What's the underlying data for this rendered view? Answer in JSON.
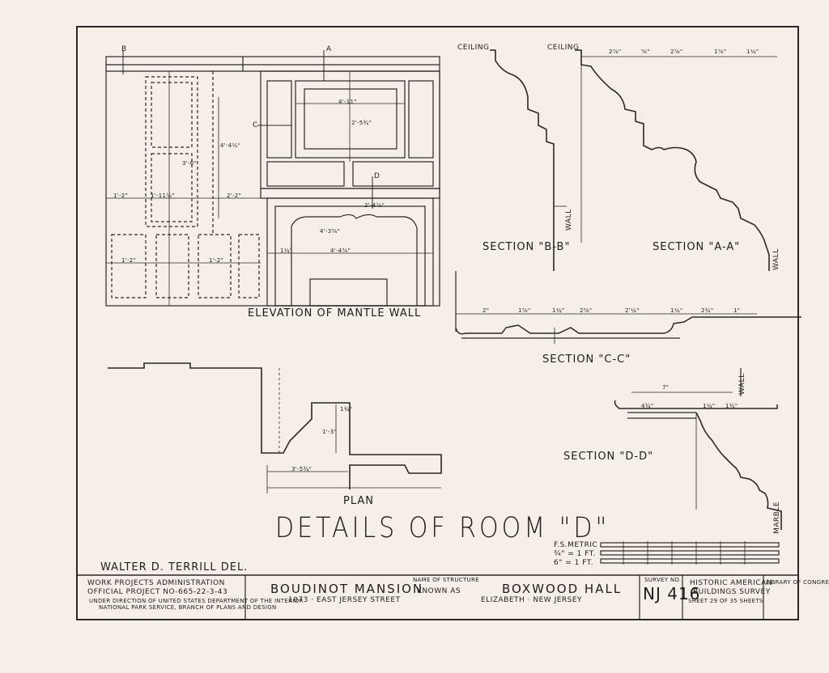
{
  "drawing": {
    "elevation_label": "ELEVATION OF MANTLE WALL",
    "section_bb": "SECTION \"B-B\"",
    "section_aa": "SECTION \"A-A\"",
    "section_cc": "SECTION \"C-C\"",
    "section_dd": "SECTION \"D-D\"",
    "plan_label": "PLAN",
    "main_title": "DETAILS OF ROOM \"D\"",
    "ceiling": "CEILING",
    "wall": "WALL",
    "marble": "MARBLE",
    "section_markers": [
      "A",
      "B",
      "C",
      "D"
    ],
    "dims_elevation": [
      "1'-2\"",
      "1'-11½\"",
      "2'-2\"",
      "4'-11\"",
      "4'-4⅝\"",
      "2'-5¾\"",
      "4'-4½\"",
      "4'-3⅝\"",
      "1'-2\"",
      "1'-2\"",
      "3'-6\"",
      "1¼\"",
      "2'-4⅞\""
    ],
    "dims_cc": [
      "2\"",
      "1⅝\"",
      "1¼\"",
      "2⅝\"",
      "2'¼\"",
      "1¼\"",
      "2¾\"",
      "1\""
    ],
    "dims_aa": [
      "2⅞\"",
      "⅝\"",
      "2⅞\"",
      "1⅞\"",
      "1¼\""
    ],
    "dims_dd": [
      "7\"",
      "4¾\"",
      "1¼\"",
      "1¾\""
    ],
    "dims_plan": [
      "3'-5¾\"",
      "1'-3\"",
      "1¾\""
    ]
  },
  "scale": {
    "label_fs": "F.S.METRIC",
    "label_34": "¾\" = 1 FT.",
    "label_6": "6\" = 1 FT."
  },
  "title_block": {
    "delineator": "WALTER D. TERRILL DEL.",
    "wpa_line1": "WORK    PROJECTS    ADMINISTRATION",
    "wpa_line2": "OFFICIAL    PROJECT    NO-665-22-3-43",
    "wpa_line3": "UNDER DIRECTION OF UNITED STATES DEPARTMENT OF THE INTERIOR",
    "wpa_line4": "NATIONAL PARK SERVICE, BRANCH OF PLANS AND DESIGN",
    "name_caption": "NAME OF STRUCTURE",
    "name": "BOUDINOT MANSION",
    "known_as": "KNOWN    AS",
    "aka": "BOXWOOD HALL",
    "street": "1073 · EAST JERSEY STREET",
    "city": "ELIZABETH · NEW JERSEY",
    "survey_caption": "SURVEY NO.",
    "survey_no": "NJ 416",
    "habs1": "HISTORIC AMERICAN",
    "habs2": "BUILDINGS SURVEY",
    "sheet": "SHEET 29 OF 35 SHEETS",
    "library": "LIBRARY OF CONGRESS"
  }
}
